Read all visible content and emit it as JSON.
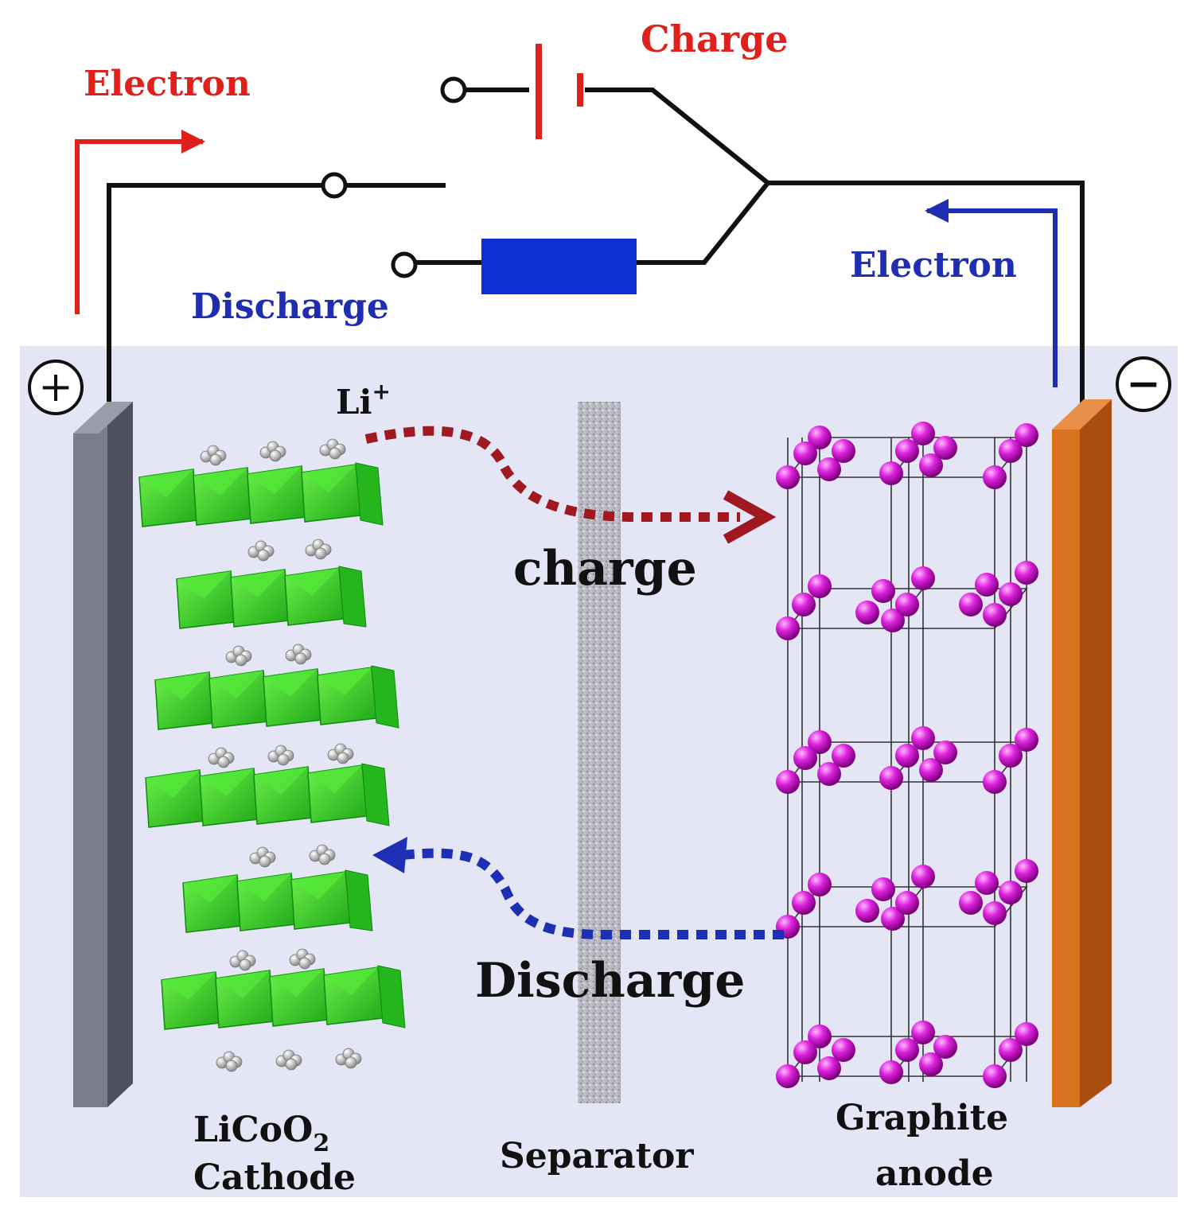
{
  "labels": {
    "electron_left": "Electron",
    "electron_right": "Electron",
    "charge_top": "Charge",
    "discharge_top": "Discharge",
    "li_ion": "Li",
    "li_ion_sup": "+",
    "charge_mid": "charge",
    "discharge_mid": "Discharge",
    "cathode_line1_pre": "LiCoO",
    "cathode_line1_sub": "2",
    "cathode_line2": "Cathode",
    "separator": "Separator",
    "anode_line1": "Graphite",
    "anode_line2": "anode",
    "plus_symbol": "+",
    "minus_symbol": "−"
  },
  "colors": {
    "charge_red": "#e0201b",
    "discharge_blue": "#1f2db0",
    "charge_arrow": "#a01820",
    "discharge_arrow": "#1c2fb5",
    "cell_background": "#e4e6f6",
    "cathode_plate": "#5e6072",
    "anode_plate": "#cf6a1e",
    "cathode_crystal": "#33dd22",
    "graphite_atom": "#cc11cc",
    "resistor": "#0c2fd0",
    "wire": "#111111"
  },
  "icons": {
    "battery": "battery-icon",
    "resistor": "resistor-icon",
    "plus": "plus-terminal-icon",
    "minus": "minus-terminal-icon"
  }
}
